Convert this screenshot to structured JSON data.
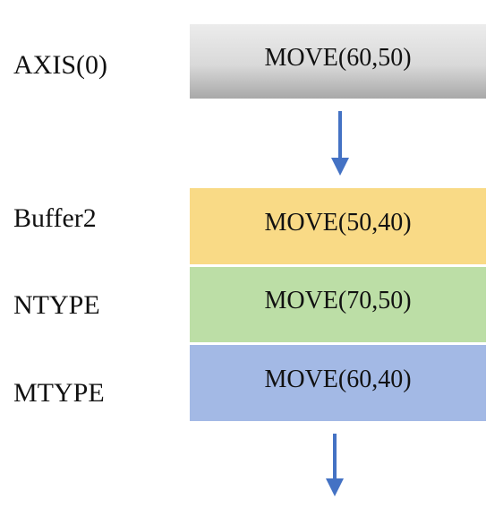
{
  "colors": {
    "arrow": "#4472c4",
    "buffer_box": "#f9da86",
    "ntype_box": "#bcdea6",
    "mtype_box": "#a3b9e5",
    "axis_box": "#d9d9d9"
  },
  "rows": [
    {
      "label": "AXIS(0)",
      "command": "MOVE(60,50)"
    },
    {
      "label": "Buffer2",
      "command": "MOVE(50,40)"
    },
    {
      "label": "NTYPE",
      "command": "MOVE(70,50)"
    },
    {
      "label": "MTYPE",
      "command": "MOVE(60,40)"
    }
  ]
}
